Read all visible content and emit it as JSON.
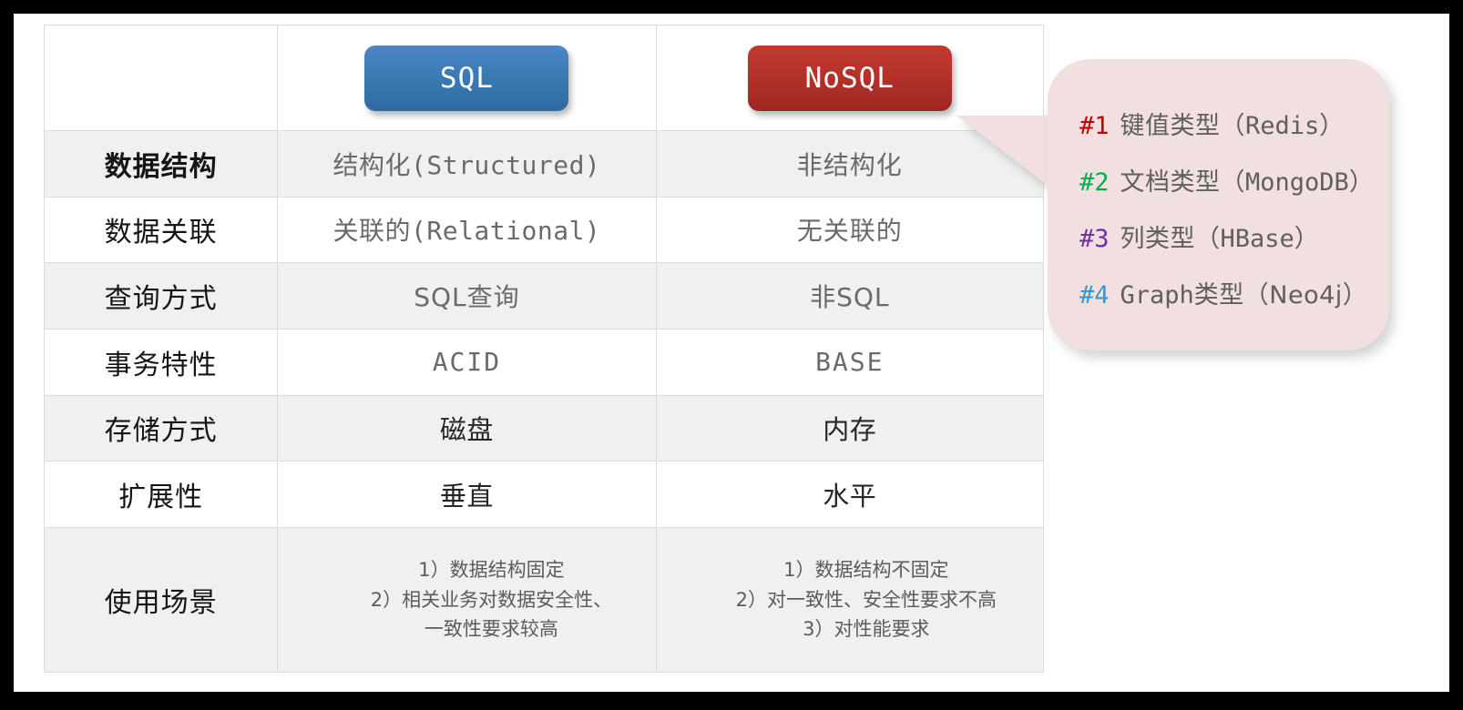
{
  "frame": {
    "border_color": "#000000",
    "canvas_color": "#ffffff"
  },
  "table": {
    "columns": [
      {
        "label": "",
        "name": "row-label-column"
      },
      {
        "label": "SQL",
        "name": "sql-column",
        "pill_color": "#3c7ab4"
      },
      {
        "label": "NoSQL",
        "name": "nosql-column",
        "pill_color": "#b5322b"
      }
    ],
    "rows": [
      {
        "label": "数据结构",
        "label_bold": true,
        "sql": "结构化(Structured)",
        "nosql": "非结构化",
        "sql_style": "mono",
        "nosql_style": "cjk",
        "shaded": true
      },
      {
        "label": "数据关联",
        "label_bold": false,
        "sql": "关联的(Relational)",
        "nosql": "无关联的",
        "sql_style": "mono",
        "nosql_style": "cjk",
        "shaded": false
      },
      {
        "label": "查询方式",
        "label_bold": false,
        "sql": "SQL查询",
        "nosql": "非SQL",
        "sql_style": "cjk",
        "nosql_style": "cjk",
        "shaded": true
      },
      {
        "label": "事务特性",
        "label_bold": false,
        "sql": "ACID",
        "nosql": "BASE",
        "sql_style": "mono-caps",
        "nosql_style": "mono-caps",
        "shaded": false
      },
      {
        "label": "存储方式",
        "label_bold": false,
        "sql": "磁盘",
        "nosql": "内存",
        "sql_style": "strong",
        "nosql_style": "strong",
        "shaded": true
      },
      {
        "label": "扩展性",
        "label_bold": false,
        "sql": "垂直",
        "nosql": "水平",
        "sql_style": "strong",
        "nosql_style": "strong",
        "shaded": false
      }
    ],
    "scenario_row": {
      "label": "使用场景",
      "shaded": true,
      "sql_lines": [
        "1）数据结构固定",
        "2）相关业务对数据安全性、",
        "一致性要求较高"
      ],
      "nosql_lines": [
        "1）数据结构不固定",
        "2）对一致性、安全性要求不高",
        "3）对性能要求"
      ]
    }
  },
  "callout": {
    "background": "#f2dfdf",
    "items": [
      {
        "num": "#1",
        "num_color": "#c00000",
        "cjk": "键值类型（",
        "latin": "Redis",
        "cjk_end": "）"
      },
      {
        "num": "#2",
        "num_color": "#00b050",
        "cjk": "文档类型（",
        "latin": "MongoDB",
        "cjk_end": "）"
      },
      {
        "num": "#3",
        "num_color": "#7030a0",
        "cjk": "列类型（",
        "latin": "HBase",
        "cjk_end": "）"
      },
      {
        "num": "#4",
        "num_color": "#2e9bd6",
        "cjk": "",
        "latin": "Graph",
        "cjk_end": "类型（Neo4j）"
      }
    ]
  }
}
